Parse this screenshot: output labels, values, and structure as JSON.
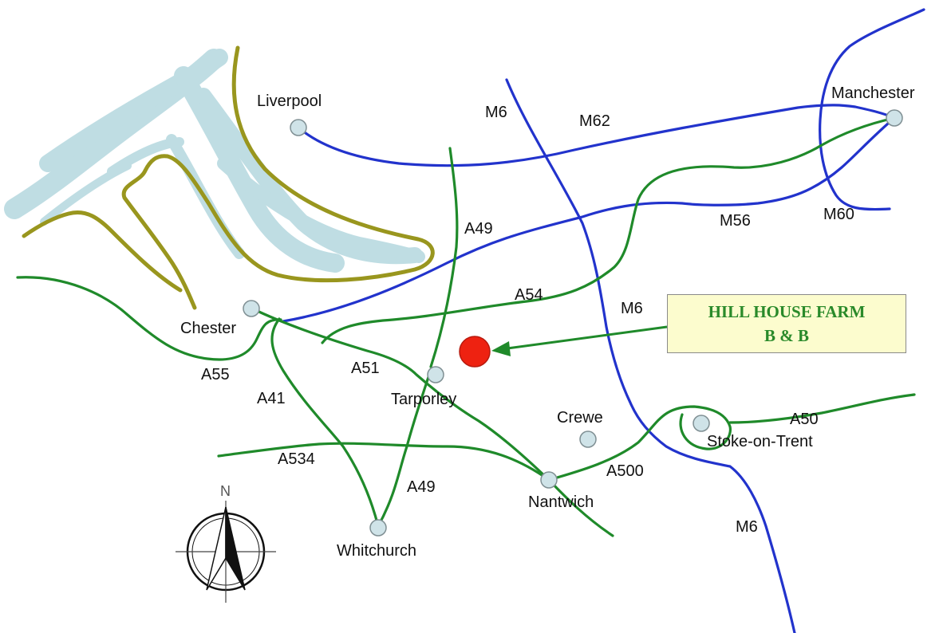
{
  "places": {
    "liverpool": "Liverpool",
    "manchester": "Manchester",
    "chester": "Chester",
    "tarporley": "Tarporley",
    "crewe": "Crewe",
    "stoke": "Stoke-on-Trent",
    "nantwich": "Nantwich",
    "whitchurch": "Whitchurch"
  },
  "roads": {
    "m6_north": "M6",
    "m6_mid": "M6",
    "m6_south": "M6",
    "m62": "M62",
    "m56": "M56",
    "m60": "M60",
    "a49_north": "A49",
    "a49_south": "A49",
    "a54": "A54",
    "a51": "A51",
    "a55": "A55",
    "a41": "A41",
    "a534": "A534",
    "a500": "A500",
    "a50": "A50"
  },
  "callout": {
    "line1": "HILL HOUSE FARM",
    "line2": "B & B"
  },
  "compass": {
    "north": "N"
  },
  "colors": {
    "motorway": "#2233cc",
    "a_road": "#1f8a2a",
    "coastline": "#99961e",
    "water": "#bfdde3",
    "town": "#cfe3e8",
    "marker": "#ee2211",
    "callout_bg": "#fcfcce",
    "callout_text": "#2a8a2a"
  }
}
